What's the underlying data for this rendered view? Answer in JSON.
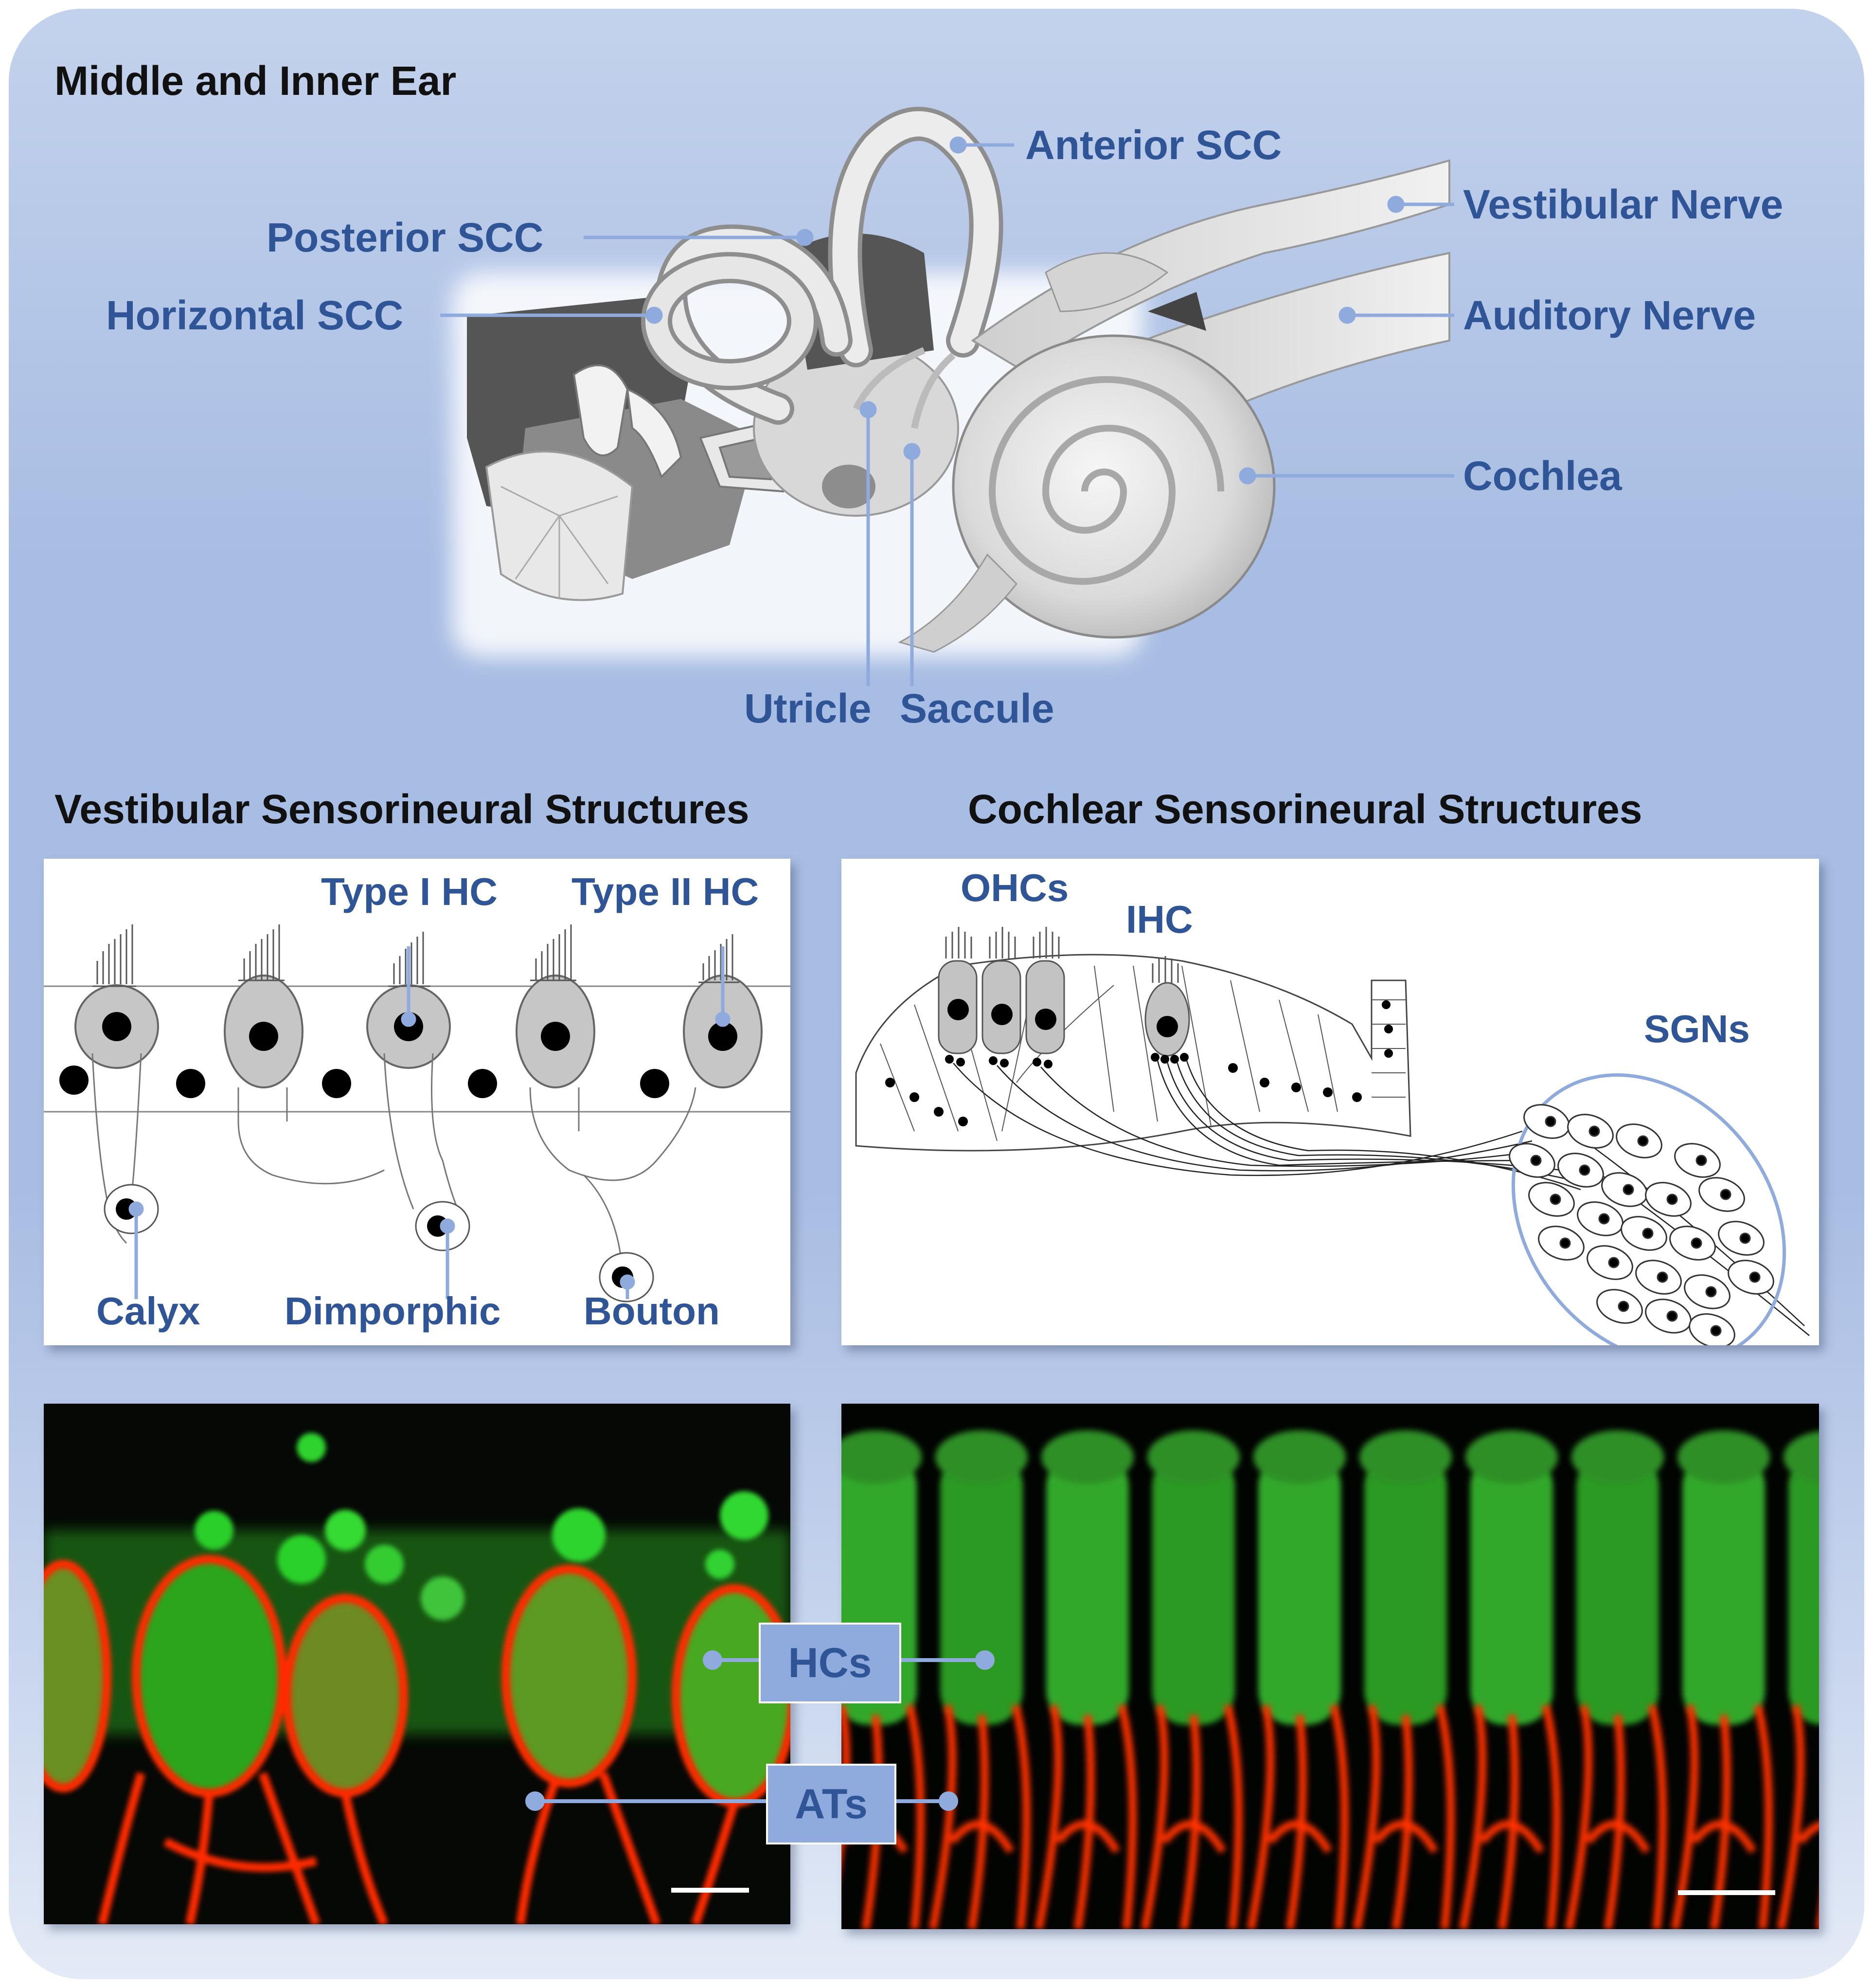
{
  "colors": {
    "label_blue": "#2f5597",
    "leader_line": "#8faadc",
    "background_top": "#c3d2ec",
    "background_bottom": "#e4ebf7",
    "stain_green": "#22cc22",
    "stain_red": "#ff2a00"
  },
  "headings": {
    "ear": "Middle and Inner Ear",
    "vestibular": "Vestibular Sensorineural Structures",
    "cochlear": "Cochlear Sensorineural Structures"
  },
  "ear_labels": {
    "anterior_scc": "Anterior SCC",
    "posterior_scc": "Posterior SCC",
    "horizontal_scc": "Horizontal SCC",
    "vestibular_nerve": "Vestibular Nerve",
    "auditory_nerve": "Auditory Nerve",
    "cochlea": "Cochlea",
    "utricle": "Utricle",
    "saccule": "Saccule"
  },
  "vestibular_labels": {
    "type1": "Type I HC",
    "type2": "Type II HC",
    "calyx": "Calyx",
    "dimorphic": "Dimporphic",
    "bouton": "Bouton"
  },
  "cochlear_labels": {
    "ohcs": "OHCs",
    "ihc": "IHC",
    "sgns": "SGNs"
  },
  "micrograph_labels": {
    "hcs": "HCs",
    "ats": "ATs"
  },
  "icons": [
    "inner-ear-illustration",
    "hair-cell-schematic",
    "organ-of-corti-schematic",
    "scale-bar"
  ]
}
